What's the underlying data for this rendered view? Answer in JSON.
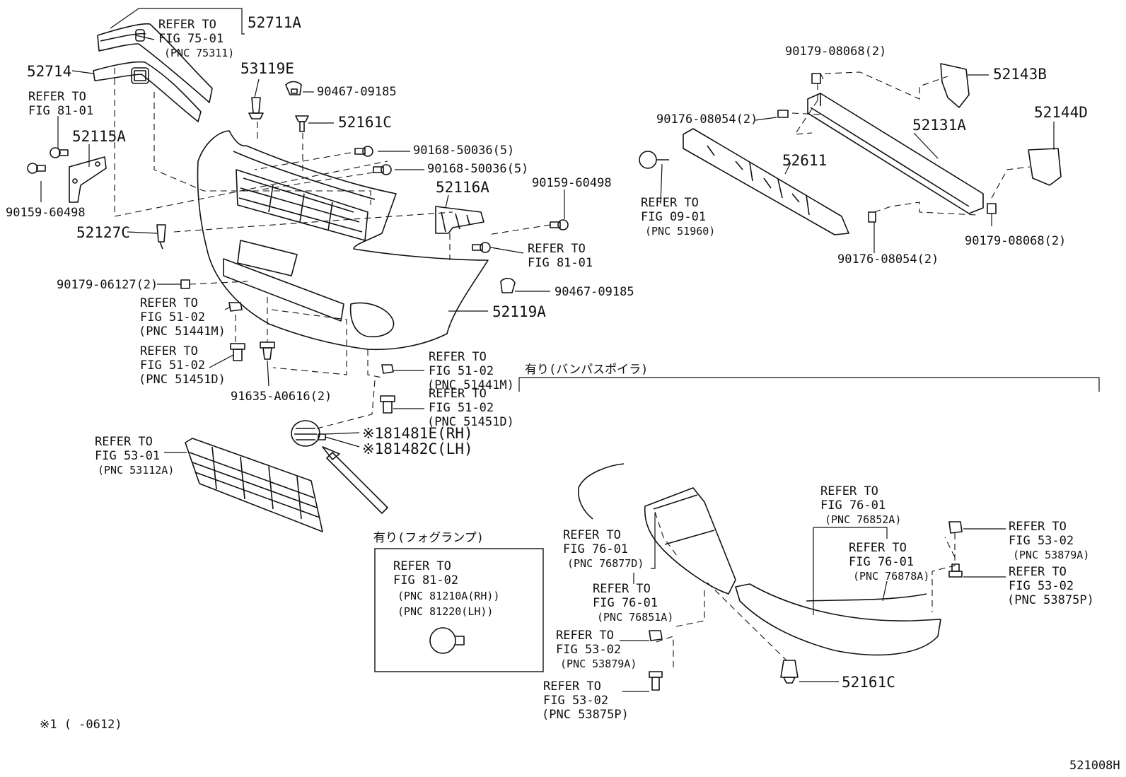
{
  "labels": {
    "p52711A": "52711A",
    "refer75_1": "REFER TO",
    "refer75_2": "FIG 75-01",
    "refer75_3": "(PNC 75311)",
    "p52714": "52714",
    "p53119E": "53119E",
    "p90467a": "90467-09185",
    "p52161Ca": "52161C",
    "refer81a_1": "REFER TO",
    "refer81a_2": "FIG 81-01",
    "p52115A": "52115A",
    "p90168a": "90168-50036(5)",
    "p90168b": "90168-50036(5)",
    "p90159a": "90159-60498",
    "p52127C": "52127C",
    "p52116A": "52116A",
    "p90159b": "90159-60498",
    "refer81b_1": "REFER TO",
    "refer81b_2": "FIG 81-01",
    "p90179a": "90179-06127(2)",
    "p90467b": "90467-09185",
    "refer51a_1": "REFER TO",
    "refer51a_2": "FIG 51-02",
    "refer51a_3": "(PNC 51441M)",
    "p52119A": "52119A",
    "refer51b_1": "REFER TO",
    "refer51b_2": "FIG 51-02",
    "refer51b_3": "(PNC 51451D)",
    "p91635": "91635-A0616(2)",
    "refer51c_1": "REFER TO",
    "refer51c_2": "FIG 51-02",
    "refer51c_3": "(PNC 51441M)",
    "refer51d_1": "REFER TO",
    "refer51d_2": "FIG 51-02",
    "refer51d_3": "(PNC 51451D)",
    "p81481E": "※181481E(RH)",
    "p81482C": "※181482C(LH)",
    "refer53a_1": "REFER TO",
    "refer53a_2": "FIG 53-01",
    "refer53a_3": "(PNC 53112A)",
    "spoilerNote": "有り(バンパスポイラ)",
    "fogNote": "有り(フォグランプ)",
    "refer81c_1": "REFER TO",
    "refer81c_2": "FIG 81-02",
    "refer81c_3": "(PNC 81210A(RH))",
    "refer81c_4": "(PNC 81220(LH))",
    "p90179b": "90179-08068(2)",
    "p52143B": "52143B",
    "p90176a": "90176-08054(2)",
    "p52131A": "52131A",
    "p52144D": "52144D",
    "p52611": "52611",
    "refer09_1": "REFER TO",
    "refer09_2": "FIG 09-01",
    "refer09_3": "(PNC 51960)",
    "p90176b": "90176-08054(2)",
    "p90179c": "90179-08068(2)",
    "refer76a_1": "REFER TO",
    "refer76a_2": "FIG 76-01",
    "refer76a_3": "(PNC 76852A)",
    "refer76b_1": "REFER TO",
    "refer76b_2": "FIG 76-01",
    "refer76b_3": "(PNC 76877D)",
    "refer76c_1": "REFER TO",
    "refer76c_2": "FIG 76-01",
    "refer76c_3": "(PNC 76878A)",
    "refer76d_1": "REFER TO",
    "refer76d_2": "FIG 76-01",
    "refer76d_3": "(PNC 76851A)",
    "refer53b_1": "REFER TO",
    "refer53b_2": "FIG 53-02",
    "refer53b_3": "(PNC 53879A)",
    "refer53c_1": "REFER TO",
    "refer53c_2": "FIG 53-02",
    "refer53c_3": "(PNC 53875P)",
    "refer53d_1": "REFER TO",
    "refer53d_2": "FIG 53-02",
    "refer53d_3": "(PNC 53879A)",
    "refer53e_1": "REFER TO",
    "refer53e_2": "FIG 53-02",
    "refer53e_3": "(PNC 53875P)",
    "p52161Cb": "52161C",
    "footnote": "※1 (     -0612)",
    "figId": "521008H"
  }
}
